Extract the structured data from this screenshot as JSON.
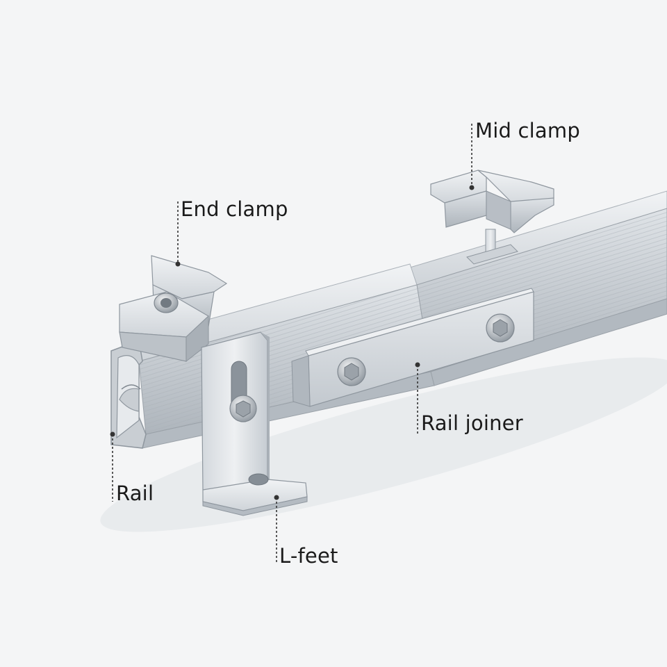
{
  "labels": {
    "mid_clamp": "Mid clamp",
    "end_clamp": "End clamp",
    "rail_joiner": "Rail joiner",
    "rail": "Rail",
    "l_feet": "L-feet"
  },
  "colors": {
    "background": "#f4f5f6",
    "aluminum_light": "#e4e7ea",
    "aluminum_mid": "#c7ccd1",
    "aluminum_dark": "#9aa1a8",
    "leader_line": "#333333",
    "label_text": "#1a1a1a"
  },
  "icons": [
    "hex-bolt-icon"
  ]
}
